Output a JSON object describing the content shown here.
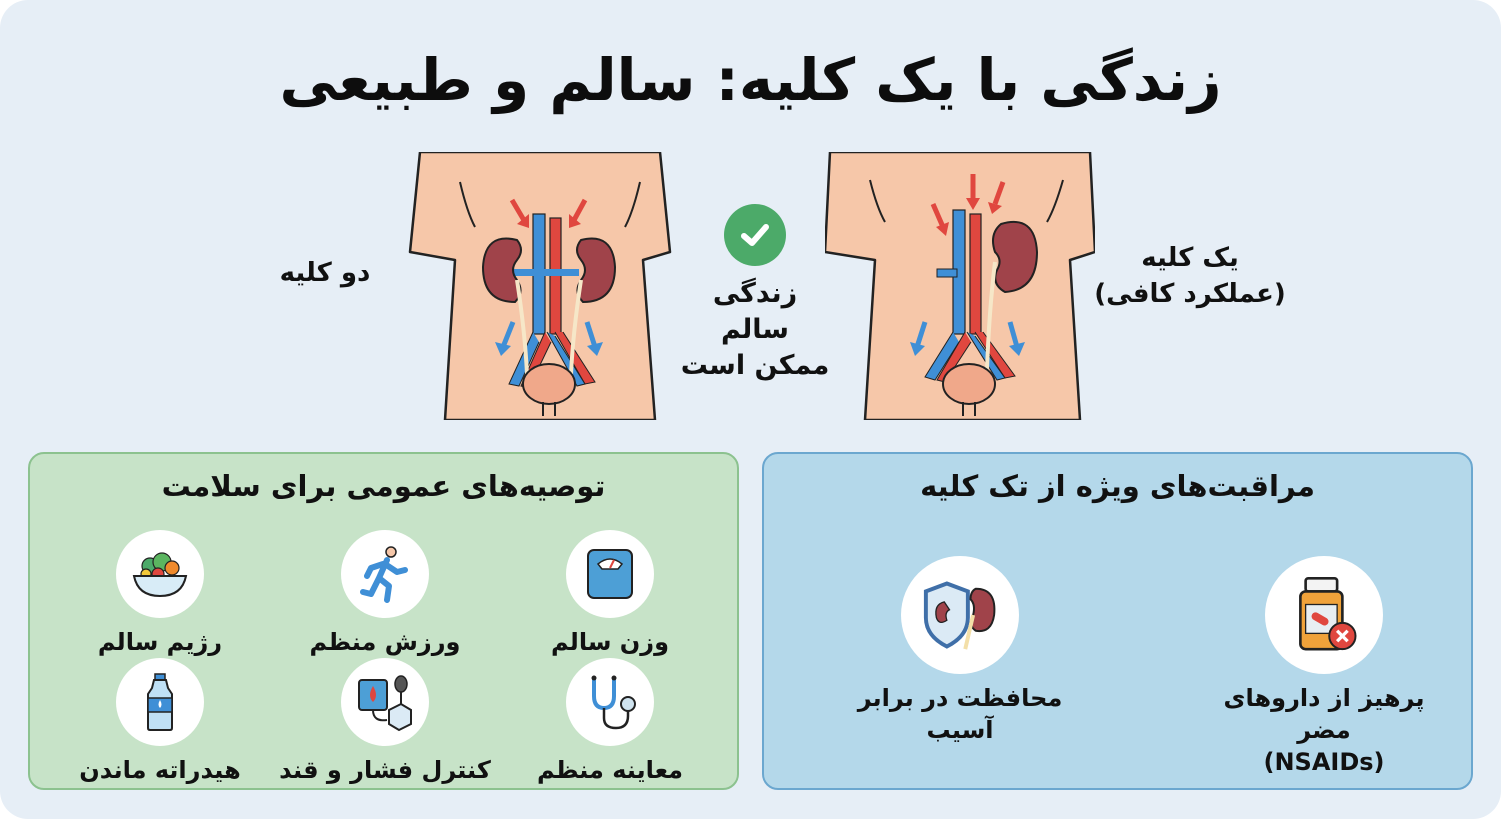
{
  "title": "زندگی با یک کلیه: سالم و طبیعی",
  "comparison": {
    "left_label": "دو کلیه",
    "right_label_line1": "یک کلیه",
    "right_label_line2": "(عملکرد کافی)",
    "center_line1": "زندگی سالم",
    "center_line2": "ممکن است",
    "center_icon": "check-circle-icon"
  },
  "colors": {
    "background": "#e6eef6",
    "green_panel": "#c7e3c8",
    "blue_panel": "#b4d8ea",
    "check_green": "#4caa69",
    "skin": "#f6c7a9",
    "kidney": "#a0434a",
    "artery": "#e0473f",
    "vein": "#3f8fd6"
  },
  "general_panel": {
    "title": "توصیه‌های عمومی برای سلامت",
    "items": [
      {
        "label": "وزن سالم",
        "icon": "scale-icon"
      },
      {
        "label": "ورزش منظم",
        "icon": "running-person-icon"
      },
      {
        "label": "رژیم سالم",
        "icon": "salad-bowl-icon"
      },
      {
        "label": "معاینه منظم",
        "icon": "stethoscope-icon"
      },
      {
        "label": "کنترل فشار و قند",
        "icon": "blood-pressure-sugar-icon"
      },
      {
        "label": "هیدراته ماندن",
        "icon": "water-bottle-icon"
      }
    ]
  },
  "special_panel": {
    "title": "مراقبت‌های ویژه از تک کلیه",
    "items": [
      {
        "label_line1": "پرهیز از داروهای مضر",
        "label_line2": "(NSAIDs)",
        "icon": "no-medication-icon"
      },
      {
        "label_line1": "محافظت در برابر آسیب",
        "label_line2": "",
        "icon": "shield-kidney-icon"
      }
    ]
  }
}
